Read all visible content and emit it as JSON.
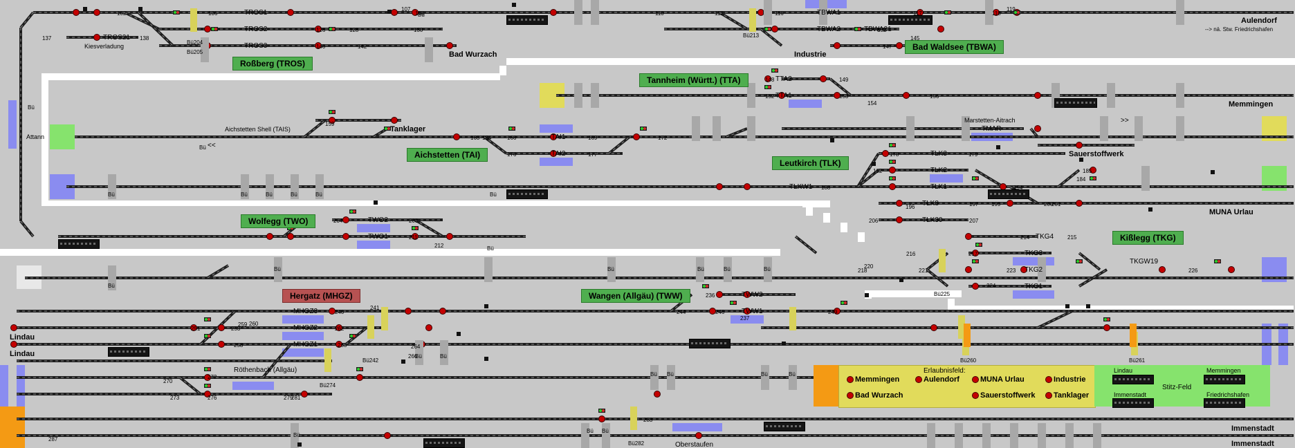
{
  "stations": {
    "rossberg": "Roßberg (TROS)",
    "bad_waldsee": "Bad Waldsee (TBWA)",
    "tannheim": "Tannheim (Württ.) (TTA)",
    "aichstetten": "Aichstetten (TAI)",
    "leutkirch": "Leutkirch (TLK)",
    "wolfegg": "Wolfegg (TWO)",
    "kisslegg": "Kißlegg (TKG)",
    "hergatz": "Hergatz (MHGZ)",
    "wangen": "Wangen (Allgäu) (TWW)"
  },
  "destinations": {
    "aulendorf": "Aulendorf",
    "aulendorf_note": "--> nä. Stw. Friedrichshafen",
    "bad_wurzach": "Bad Wurzach",
    "industrie": "Industrie",
    "memmingen": "Memmingen",
    "tanklager": "Tanklager",
    "sauerstoffwerk": "Sauerstoffwerk",
    "muna_urlau": "MUNA Urlau",
    "lindau_1": "Lindau",
    "lindau_2": "Lindau",
    "immenstadt_1": "Immenstadt",
    "immenstadt_2": "Immenstadt",
    "oberstaufen": "Oberstaufen",
    "rothenbach": "Röthenbach (Allgäu)",
    "kiesverladung": "Kiesverladung",
    "aichstetten_shell": "Aichstetten Shell (TAIS)",
    "marstetten": "Marstetten-Aitrach",
    "attann": "Attann"
  },
  "tracks": {
    "tros1": "TROS1",
    "tros2": "TROS2",
    "tros3": "TROS3",
    "tros21": "TROS21",
    "tbwa1": "TBWA1",
    "tbwa2": "TBWA2",
    "tbwa21": "TBWA21",
    "tta1": "TTA1",
    "tta2": "TTA2",
    "tai1": "TAI1",
    "tai2": "TAI2",
    "tmar": "TMAR",
    "tlk1": "TLK1",
    "tlk2": "TLK2",
    "tlk3": "TLK3",
    "tlk8": "TLK8",
    "tlk30": "TLK30",
    "tlkw1": "TLKW1",
    "two1": "TWO1",
    "two2": "TWO2",
    "tkg1": "TKG1",
    "tkg2": "TKG2",
    "tkg3": "TKG3",
    "tkg4": "TKG4",
    "tkgw19": "TKGW19",
    "mhgz1": "MHGZ1",
    "mhgz2": "MHGZ2",
    "mhgz3": "MHGZ3",
    "tww1": "TWW1",
    "tww2": "TWW2"
  },
  "numbers": {
    "n102": "102",
    "n106": "106",
    "n107": "107",
    "n108": "108",
    "n110": "110",
    "n112": "112",
    "n116": "116",
    "n117": "117",
    "n118": "118",
    "n119": "119",
    "n126": "126",
    "n128": "128",
    "n130": "130",
    "n132": "132",
    "n137": "137",
    "n138": "138",
    "n140": "140",
    "n142": "142",
    "n145": "145",
    "n147": "147",
    "n148": "148",
    "n149": "149",
    "n152": "152",
    "n153": "153",
    "n154": "154",
    "n156": "156",
    "n159": "159",
    "n163": "163",
    "n164": "164",
    "n166": "166",
    "n169": "169",
    "n172": "172",
    "n176": "176",
    "n177": "177",
    "n178": "178",
    "n179": "179",
    "n182": "182",
    "n184": "184",
    "n185": "185",
    "n188": "188",
    "n194": "194",
    "n196": "196",
    "n197": "197",
    "n199": "199",
    "n200": "200",
    "n201": "201",
    "n204": "204",
    "n206": "206",
    "n207": "207",
    "n208": "208",
    "n211": "211",
    "n212": "212",
    "n214": "214",
    "n215": "215",
    "n216": "216",
    "n217": "217",
    "n218": "218",
    "n220": "220",
    "n221": "221",
    "n223": "223",
    "n224": "224",
    "n226": "226",
    "n236": "236",
    "n237": "237",
    "n240": "240",
    "n241": "241",
    "n244": "244",
    "n246": "246",
    "n249": "249",
    "n251": "251",
    "n253": "253",
    "n258": "258",
    "n259": "259",
    "n260": "260",
    "n262": "262",
    "n263": "263",
    "n264": "264",
    "n266": "266",
    "n270": "270",
    "n272": "272",
    "n273": "273",
    "n276": "276",
    "n279": "279",
    "n281": "281",
    "n283": "283",
    "n287": "287"
  },
  "markers": {
    "bu": "Bü",
    "bu204": "Bü204",
    "bu205": "Bü205",
    "bu213": "Bü213",
    "bu225": "Bü225",
    "bu242": "Bü242",
    "bu274": "Bü274",
    "bu282": "Bü282",
    "bu261": "Bü261",
    "bu260": "Bü260",
    "left": "<<",
    "right": ">>"
  },
  "panel": {
    "permit_title": "Erlaubnisfeld:",
    "btn_memmingen": "Memmingen",
    "btn_bad_wurzach": "Bad Wurzach",
    "btn_aulendorf": "Aulendorf",
    "btn_muna_urlau": "MUNA Urlau",
    "btn_sauerstoffwerk": "Sauerstoffwerk",
    "btn_industrie": "Industrie",
    "btn_tanklager": "Tanklager",
    "g_lindau": "Lindau",
    "g_immenstadt": "Immenstadt",
    "g_stitz": "Stitz-Feld",
    "g_memmingen": "Memmingen",
    "g_friedrichshafen": "Friedrichshafen"
  },
  "colors": {
    "background": "#c8c8c8",
    "track": "#1e1e1e",
    "station": "#4fae4f",
    "station_red": "#b75252",
    "occupied": "#8a8cf0",
    "button_field": "#e1db5b",
    "permit": "#f49a14",
    "green_field": "#86e36d",
    "signal_red": "#c40000"
  }
}
